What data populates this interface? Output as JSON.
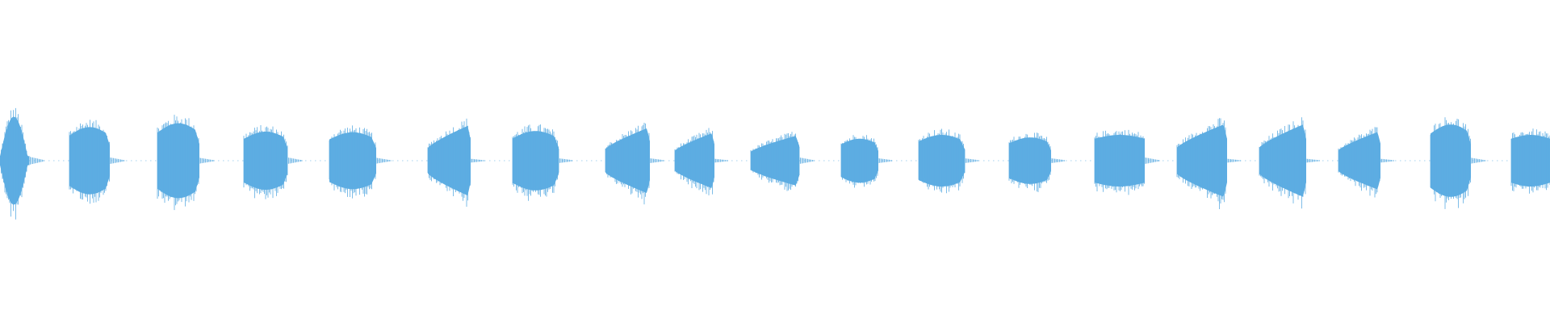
{
  "waveform": {
    "color": "#5DADE2",
    "background": "#FFFFFF",
    "segments": [
      {
        "kind": "bulge",
        "peak": 0.68,
        "tail": 0.25
      },
      {
        "kind": "rounded",
        "peak": 0.52,
        "tail": 0.2
      },
      {
        "kind": "rounded",
        "peak": 0.58,
        "tail": 0.18
      },
      {
        "kind": "rounded",
        "peak": 0.45,
        "tail": 0.2
      },
      {
        "kind": "rounded",
        "peak": 0.44,
        "tail": 0.18
      },
      {
        "kind": "rising",
        "peak": 0.56,
        "tail": 0.12
      },
      {
        "kind": "rounded",
        "peak": 0.46,
        "tail": 0.15
      },
      {
        "kind": "rising",
        "peak": 0.52,
        "tail": 0.15
      },
      {
        "kind": "rising",
        "peak": 0.44,
        "tail": 0.12
      },
      {
        "kind": "rising",
        "peak": 0.4,
        "tail": 0.2
      },
      {
        "kind": "rounded",
        "peak": 0.34,
        "tail": 0.15
      },
      {
        "kind": "rounded",
        "peak": 0.4,
        "tail": 0.15
      },
      {
        "kind": "rounded",
        "peak": 0.36,
        "tail": 0.15
      },
      {
        "kind": "flat",
        "peak": 0.4,
        "tail": 0.2
      },
      {
        "kind": "rising",
        "peak": 0.58,
        "tail": 0.12
      },
      {
        "kind": "rising",
        "peak": 0.58,
        "tail": 0.12
      },
      {
        "kind": "rising",
        "peak": 0.46,
        "tail": 0.12
      },
      {
        "kind": "rounded",
        "peak": 0.56,
        "tail": 0.18
      },
      {
        "kind": "flat",
        "peak": 0.4,
        "tail": 0.2
      }
    ]
  }
}
